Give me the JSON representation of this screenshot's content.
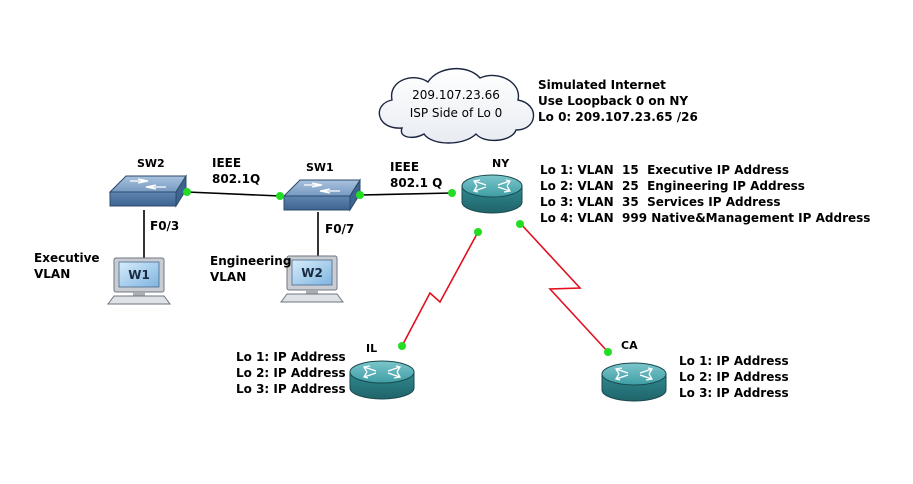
{
  "cloud": {
    "line1": "209.107.23.66",
    "line2": "ISP Side of Lo 0"
  },
  "internet_note": {
    "line1": "Simulated Internet",
    "line2": "Use Loopback 0 on NY",
    "line3": "Lo 0: 209.107.23.65 /26"
  },
  "devices": {
    "sw2": "SW2",
    "sw1": "SW1",
    "ny": "NY",
    "il": "IL",
    "ca": "CA",
    "w1": "W1",
    "w2": "W2"
  },
  "links": {
    "sw2_sw1_line1": "IEEE",
    "sw2_sw1_line2": "802.1Q",
    "sw1_ny_line1": "IEEE",
    "sw1_ny_line2": "802.1 Q",
    "sw2_w1_port": "F0/3",
    "sw1_w2_port": "F0/7"
  },
  "vlan_labels": {
    "exec_line1": "Executive",
    "exec_line2": "VLAN",
    "eng_line1": "Engineering",
    "eng_line2": "VLAN"
  },
  "ny_loopbacks": [
    "Lo 1: VLAN  15  Executive IP Address",
    "Lo 2: VLAN  25  Engineering IP Address",
    "Lo 3: VLAN  35  Services IP Address",
    "Lo 4: VLAN  999 Native&Management IP Address"
  ],
  "il_loopbacks": [
    "Lo 1: IP Address",
    "Lo 2: IP Address",
    "Lo 3: IP Address"
  ],
  "ca_loopbacks": [
    "Lo 1: IP Address",
    "Lo 2: IP Address",
    "Lo 3: IP Address"
  ],
  "colors": {
    "router_body": "#2f8f96",
    "switch_body": "#5f86b0",
    "link_serial": "#e0101e",
    "link_ethernet": "#000000",
    "port_dot": "#22dd22"
  },
  "icons": {
    "router": "router-icon",
    "switch": "switch-icon",
    "pc": "workstation-icon",
    "cloud": "cloud-icon"
  }
}
